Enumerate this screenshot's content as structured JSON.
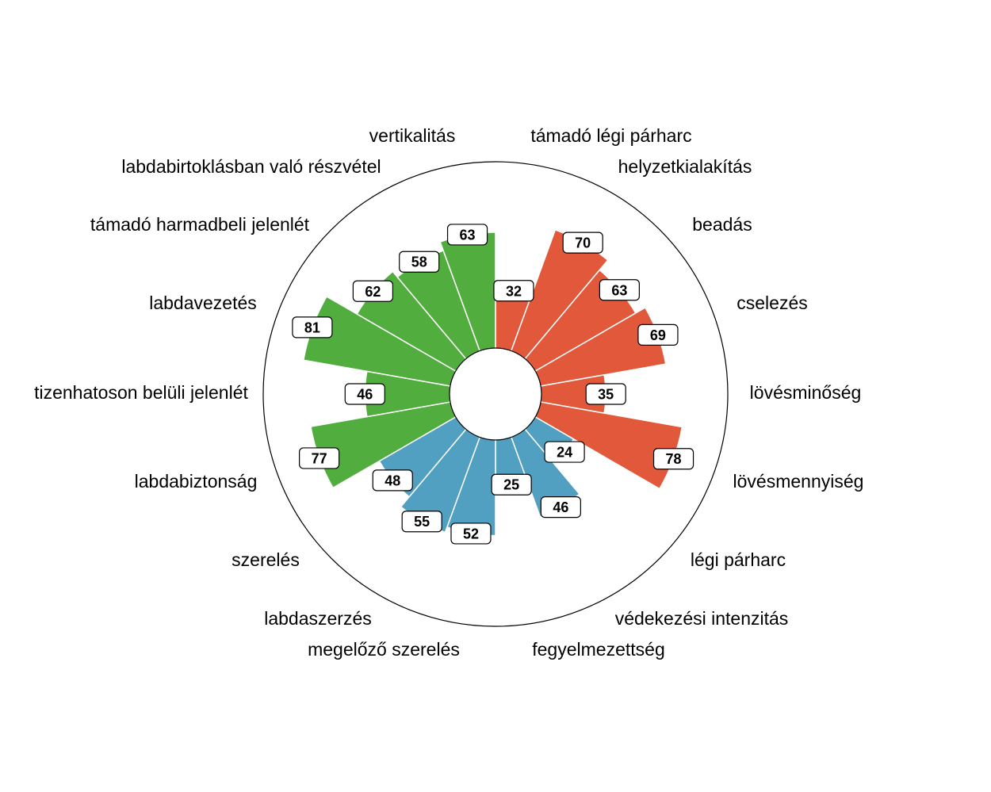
{
  "chart_data": {
    "type": "pizza",
    "title": "",
    "value_range": [
      0,
      100
    ],
    "colors": {
      "attacking": "#e2583b",
      "defending": "#519fc1",
      "possession": "#52ad3f"
    },
    "categories": [
      {
        "label": "támadó légi párharc",
        "value": 32,
        "group": "attacking"
      },
      {
        "label": "helyzetkialakítás",
        "value": 70,
        "group": "attacking"
      },
      {
        "label": "beadás",
        "value": 63,
        "group": "attacking"
      },
      {
        "label": "cselezés",
        "value": 69,
        "group": "attacking"
      },
      {
        "label": "lövésminőség",
        "value": 35,
        "group": "attacking"
      },
      {
        "label": "lövésmennyiség",
        "value": 78,
        "group": "attacking"
      },
      {
        "label": "légi párharc",
        "value": 24,
        "group": "defending"
      },
      {
        "label": "védekezési intenzitás",
        "value": 46,
        "group": "defending"
      },
      {
        "label": "fegyelmezettség",
        "value": 25,
        "group": "defending"
      },
      {
        "label": "megelőző szerelés",
        "value": 52,
        "group": "defending"
      },
      {
        "label": "labdaszerzés",
        "value": 55,
        "group": "defending"
      },
      {
        "label": "szerelés",
        "value": 48,
        "group": "defending"
      },
      {
        "label": "labdabiztonság",
        "value": 77,
        "group": "possession"
      },
      {
        "label": "tizenhatoson belüli jelenlét",
        "value": 46,
        "group": "possession"
      },
      {
        "label": "labdavezetés",
        "value": 81,
        "group": "possession"
      },
      {
        "label": "támadó harmadbeli jelenlét",
        "value": 62,
        "group": "possession"
      },
      {
        "label": "labdabirtoklásban való részvétel",
        "value": 58,
        "group": "possession"
      },
      {
        "label": "vertikalitás",
        "value": 63,
        "group": "possession"
      }
    ]
  }
}
